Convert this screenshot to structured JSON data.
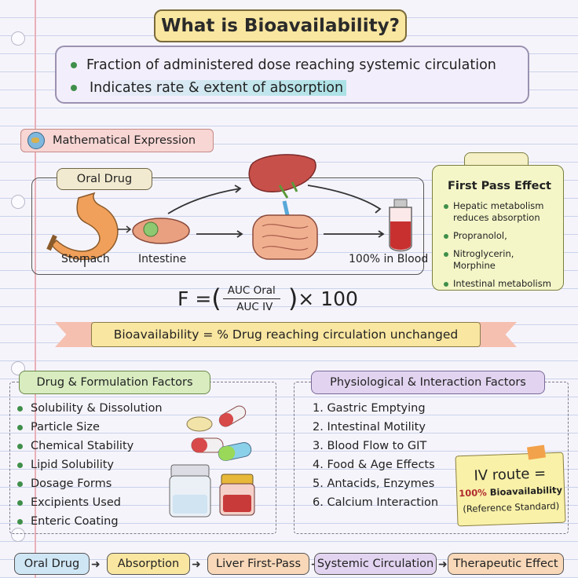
{
  "title": "What is Bioavailability?",
  "intro": {
    "points": [
      "Fraction of administered dose reaching systemic circulation",
      "Indicates rate & extent of absorption"
    ]
  },
  "math_section": {
    "label": "Mathematical Expression",
    "oral_drug": "Oral Drug",
    "stomach": "Stomach",
    "intestine": "Intestine",
    "blood": "100% in Blood"
  },
  "first_pass": {
    "title": "First Pass Effect",
    "items": [
      "Hepatic metabolism reduces absorption",
      "Propranolol,",
      "Nitroglycerin, Morphine",
      "Intestinal metabolism"
    ]
  },
  "formula": {
    "lhs": "F = ",
    "numerator": "AUC Oral",
    "denominator": "AUC IV",
    "multiplier": "× 100"
  },
  "banner": "Bioavailability = % Drug reaching circulation unchanged",
  "drug_factors": {
    "title": "Drug & Formulation Factors",
    "items": [
      "Solubility & Dissolution",
      "Particle Size",
      "Chemical Stability",
      "Lipid Solubility",
      "Dosage Forms",
      "Excipients Used",
      "Enteric Coating"
    ]
  },
  "physio_factors": {
    "title": "Physiological & Interaction Factors",
    "items": [
      "1. Gastric Emptying",
      "2. Intestinal Motility",
      "3. Blood Flow to GIT",
      "4. Food & Age Effects",
      "5. Antacids, Enzymes",
      "6. Calcium Interaction"
    ]
  },
  "iv_note": {
    "line1": "IV route =",
    "line2_value": "100%",
    "line2_text": "Bioavailability",
    "line3": "(Reference Standard)"
  },
  "flow_steps": [
    "Oral Drug",
    "Absorption",
    "Liver First-Pass",
    "Systemic Circulation",
    "Therapeutic Effect"
  ],
  "colors": {
    "title_bg": "#f9e6a0",
    "bullet_green": "#3f8f4a",
    "drug_factor_title": "#d8ecc0",
    "physio_title": "#e2d4f0",
    "note_yellow": "#f9f1a8"
  }
}
